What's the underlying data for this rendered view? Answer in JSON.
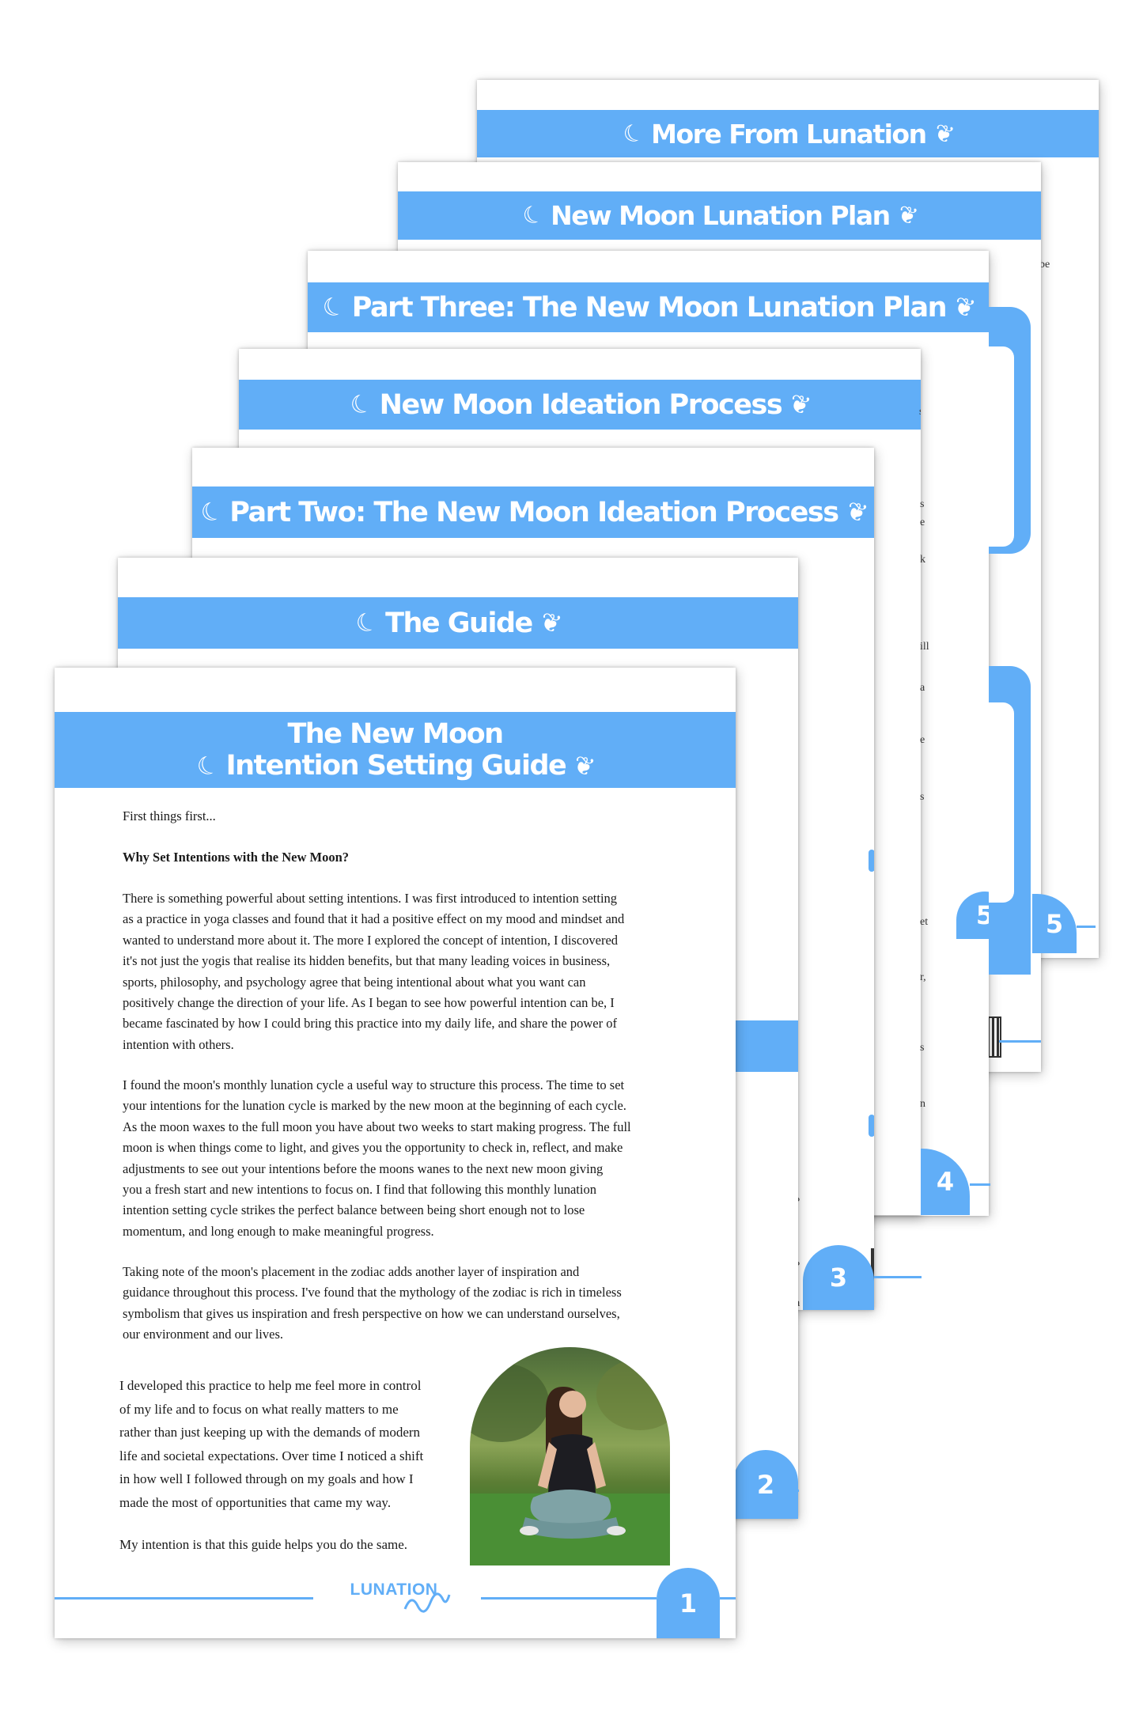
{
  "brand": {
    "accent": "#61aef7",
    "logo_text": "LUNATION"
  },
  "pages": [
    {
      "title": "More From Lunation",
      "number": ""
    },
    {
      "title": "New Moon Lunation Plan",
      "number": ""
    },
    {
      "title": "Part Three: The New Moon Lunation Plan",
      "number": "5"
    },
    {
      "title": "New Moon Ideation Process",
      "number": "4"
    },
    {
      "title": "Part Two: The New Moon Ideation Process",
      "number": "3"
    },
    {
      "title": "The Guide",
      "number": "2"
    },
    {
      "title_line1": "The New Moon",
      "title_line2": "Intention Setting Guide",
      "number": "1"
    }
  ],
  "fragments": {
    "be": "be",
    "ine": "ine",
    "s": "s",
    "e": "e",
    "k": "k",
    "ill": "ill",
    "a": "a",
    "et": "et",
    "r": "r,",
    "n": "n",
    "q": "?"
  },
  "guide": {
    "intro": "First things first...",
    "heading": "Why Set Intentions with the New Moon?",
    "para1_lines": [
      "There is something powerful about setting intentions. I was first introduced to intention setting",
      "as a practice in yoga classes and found that it had a positive effect on my mood and mindset and",
      "wanted to understand more about it. The more I explored the concept of intention, I discovered",
      "it's not just the yogis that realise its hidden benefits, but that many leading voices in business,",
      "sports, philosophy, and psychology agree that being intentional about what you want can",
      "positively change the direction of your life. As I began to see how powerful intention can be, I",
      "became fascinated by how I could bring this practice into my daily life, and share the power of",
      "intention with others."
    ],
    "para2_lines": [
      "I found the moon's monthly lunation cycle a useful way to structure this process. The time to set",
      "your intentions for the lunation cycle is marked by the new moon at the beginning of each cycle.",
      "As the moon waxes to the full moon you have about two weeks to start making progress. The full",
      "moon is when things come to light, and gives you the opportunity to check in, reflect, and make",
      "adjustments to see out your intentions before the moons wanes to the next new moon giving",
      "you a fresh start and new intentions to focus on. I find that following this monthly lunation",
      "intention setting cycle strikes the perfect balance between being short enough not to lose",
      "momentum, and long enough to make meaningful progress."
    ],
    "para3_lines": [
      "Taking note of the moon's placement in the zodiac adds another layer of inspiration and",
      "guidance throughout this process. I've found that the mythology of the zodiac is rich in timeless",
      "symbolism that gives us inspiration and fresh perspective on how we can understand ourselves,",
      "our environment and our lives."
    ],
    "para4_lines": [
      "I developed this practice to help me feel more in control",
      "of my life and to focus on what really matters to me",
      "rather than just keeping up with the demands of modern",
      "life and societal expectations. Over time I noticed a shift",
      "in how well I followed through on my goals and how I",
      "made the most of opportunities that came my way."
    ],
    "closing": "My intention is that this guide helps you do the same."
  }
}
